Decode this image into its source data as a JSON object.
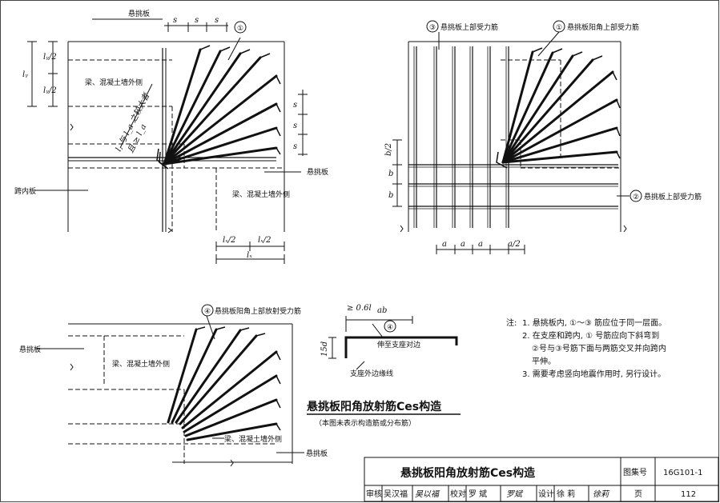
{
  "labels": {
    "cantilever": "悬挑板",
    "beam_wall_outer": "梁、混凝土墙外侧",
    "span_inner": "跨内板",
    "rebar1_top_radial": "悬挑板阳角上部受力筋",
    "rebar3_top": "悬挑板上部受力筋",
    "rebar2_top": "悬挑板上部受力筋",
    "rebar4_top_radial": "悬挑板阳角上部放射受力筋",
    "to_support_edge": "伸至支座对边",
    "support_outer_edge": "支座外边缘线",
    "anchor_note": "l",
    "anchor_note_full": "l, 与 l_a 之较大者",
    "anchor_ge": "且 ≥ l_a"
  },
  "circles": {
    "one": "①",
    "two": "②",
    "three": "③",
    "four": "④"
  },
  "dims": {
    "s": "s",
    "a": "a",
    "a_half": "a/2",
    "b": "b",
    "b_half": "b/2",
    "lx_half": "lₓ/2",
    "lx": "lₓ",
    "ly": "lᵧ",
    "ly_half": "lᵧ/2",
    "d15": "15d",
    "lab": "≥ 0.6l",
    "lab_sub": "ab"
  },
  "notes": {
    "prefix": "注:",
    "n1": "1. 悬挑板内, ①～③ 筋应位于同一层面。",
    "n2a": "2. 在支座和跨内, ① 号筋应向下斜弯到",
    "n2b": "②号与③号筋下面与两筋交叉并向跨内",
    "n2c": "平伸。",
    "n3": "3. 需要考虑竖向地震作用时, 另行设计。"
  },
  "caption": {
    "title": "悬挑板阳角放射筋Ces构造",
    "subtitle": "（本图未表示构造筋或分布筋）"
  },
  "title_block": {
    "title": "悬挑板阳角放射筋Ces构造",
    "atlas_label": "图集号",
    "atlas_no": "16G101-1",
    "review_label": "审核",
    "reviewer": "吴汉福",
    "review_sign": "吴以福",
    "check_label": "校对",
    "checker": "罗  斌",
    "check_sign": "罗斌",
    "design_label": "设计",
    "designer": "徐  莉",
    "design_sign": "徐莉",
    "page_label": "页",
    "page_no": "112"
  }
}
